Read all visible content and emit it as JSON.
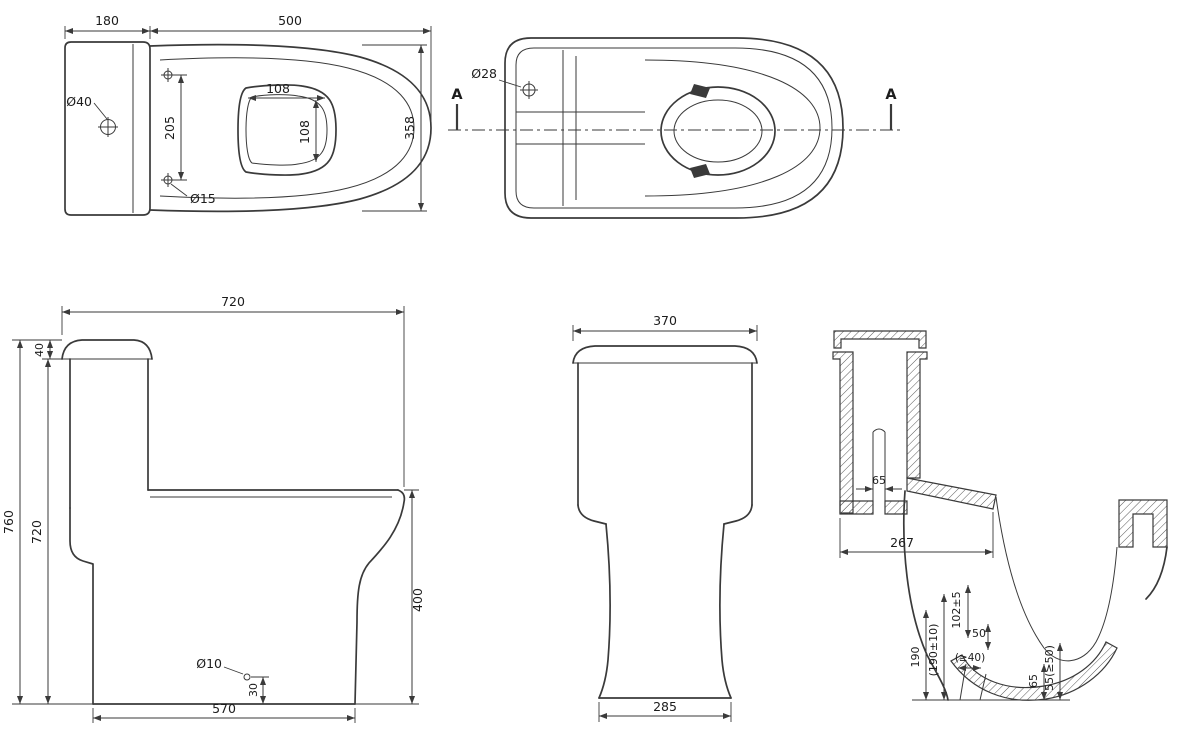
{
  "meta": {
    "background": "#ffffff",
    "line_color": "#3a3a3a",
    "text_color": "#1c1c1c",
    "drawing_type": "toilet-dimension-drawing"
  },
  "plan_view": {
    "dims": {
      "tank_depth": "180",
      "bowl_length": "500",
      "left_hole": "Ø40",
      "hinge_hole_spacing": "205",
      "opening_width": "108",
      "opening_depth": "108",
      "hinge_hole": "Ø15",
      "overall_width": "358"
    }
  },
  "section_plan_view": {
    "dims": {
      "bolt_hole": "Ø28"
    },
    "marks": {
      "left": "A",
      "right": "A"
    }
  },
  "side_view": {
    "dims": {
      "overall_depth": "720",
      "lid_height": "40",
      "overall_height": "760",
      "tank_height": "720",
      "rim_height": "400",
      "fixing_hole": "Ø10",
      "hole_offset": "30",
      "base_depth": "570"
    }
  },
  "front_view": {
    "dims": {
      "tank_width": "370",
      "base_width": "285"
    }
  },
  "section_view": {
    "dims": {
      "valve_hole": "65",
      "trap_setout": "267",
      "h_102": "102±5",
      "h_50": "50",
      "h_190_tol": "(190±10)",
      "h_190": "190",
      "w_outlet": "(≥40)",
      "h_65": "65",
      "h_55": "55(≥50)"
    }
  }
}
